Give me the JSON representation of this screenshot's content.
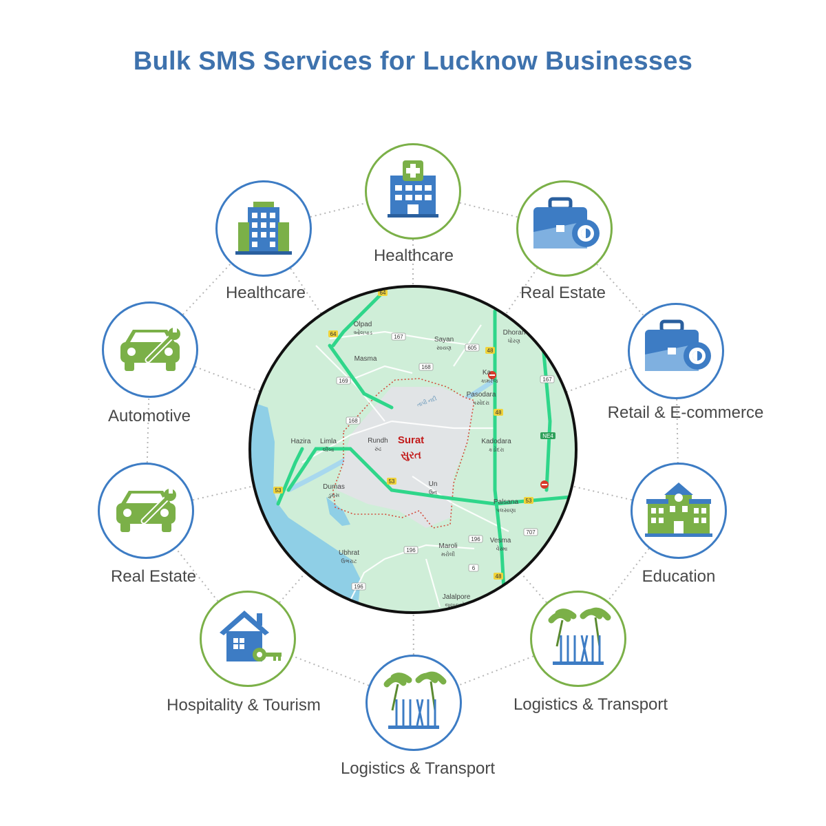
{
  "title": "Bulk SMS Services for Lucknow Businesses",
  "nodes": [
    {
      "label": "Healthcare",
      "icon": "hospital-icon"
    },
    {
      "label": "Real Estate",
      "icon": "briefcase-gear-icon"
    },
    {
      "label": "Retail & E-commerce",
      "icon": "briefcase-gear-icon"
    },
    {
      "label": "Education",
      "icon": "school-icon"
    },
    {
      "label": "Logistics & Transport",
      "icon": "palm-resort-icon"
    },
    {
      "label": "Logistics & Transport",
      "icon": "palm-resort-icon"
    },
    {
      "label": "Hospitality & Tourism",
      "icon": "house-key-icon"
    },
    {
      "label": "Real Estate",
      "icon": "car-wrench-icon"
    },
    {
      "label": "Automotive",
      "icon": "car-wrench-icon"
    },
    {
      "label": "Healthcare",
      "icon": "office-building-icon"
    }
  ],
  "map": {
    "city": "Surat",
    "city_local": "સુરત",
    "places": [
      {
        "name": "Olpad",
        "local": "ઓલપાડ"
      },
      {
        "name": "Sayan",
        "local": "સાયણ"
      },
      {
        "name": "Dhoran",
        "local": "ધોરણ"
      },
      {
        "name": "Masma",
        "local": ""
      },
      {
        "name": "Ka",
        "local": "કામરેજ"
      },
      {
        "name": "Pasodara",
        "local": "પસોદરા"
      },
      {
        "name": "Hazira",
        "local": ""
      },
      {
        "name": "Limla",
        "local": "લીંબા"
      },
      {
        "name": "Rundh",
        "local": "રુંઢ"
      },
      {
        "name": "Kadodara",
        "local": "કડોદરા"
      },
      {
        "name": "Dumas",
        "local": "ડુમસ"
      },
      {
        "name": "Un",
        "local": "ઉન"
      },
      {
        "name": "Palsana",
        "local": "પલસાણા"
      },
      {
        "name": "Vesma",
        "local": "વેસ્મા"
      },
      {
        "name": "Ubhrat",
        "local": "ઉભરાટ"
      },
      {
        "name": "Maroli",
        "local": "મરોલી"
      },
      {
        "name": "Jalalpore",
        "local": "જલાલપોર"
      }
    ],
    "river": "તાપી નદી",
    "shields": [
      "64",
      "64",
      "167",
      "605",
      "48",
      "169",
      "168",
      "168",
      "167",
      "48",
      "NE4",
      "53",
      "53",
      "53",
      "707",
      "196",
      "196",
      "6",
      "48",
      "196"
    ]
  },
  "colors": {
    "title": "#3e72ad",
    "ring_green": "#7bb048",
    "ring_blue": "#3d7cc4",
    "label": "#484848",
    "icon_blue": "#3d7cc4",
    "icon_green": "#7bb048",
    "land": "#cfeed8",
    "water": "#8fcfe6",
    "road": "#2fd68a",
    "city_label": "#c21a1a"
  }
}
